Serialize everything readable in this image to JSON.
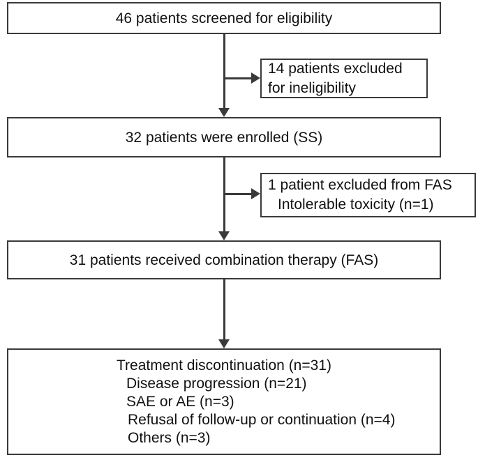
{
  "diagram": {
    "type": "patient-flow-consort-diagram",
    "nodes": {
      "screened": {
        "text": "46 patients screened for eligibility"
      },
      "excluded_ineligibility": {
        "line_1": "14 patients excluded",
        "line_2": "for ineligibility"
      },
      "enrolled": {
        "text": "32 patients were enrolled (SS)"
      },
      "excluded_fas": {
        "line_1": "1 patient excluded from FAS",
        "line_2": "Intolerable toxicity (n=1)"
      },
      "received_therapy": {
        "text": "31 patients received combination therapy (FAS)"
      },
      "discontinuation": {
        "header": "Treatment discontinuation (n=31)",
        "reasons": [
          "Disease progression (n=21)",
          "SAE or AE (n=3)",
          "Refusal of follow-up or continuation (n=4)",
          "Others (n=3)"
        ]
      }
    },
    "colors": {
      "line": "#3a3a3a",
      "text": "#111111",
      "background": "#ffffff"
    }
  }
}
